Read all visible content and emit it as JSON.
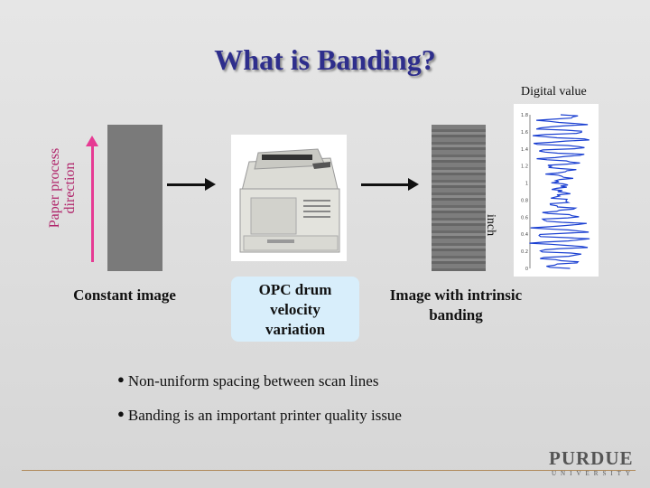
{
  "title": "What is Banding?",
  "digital_value_label": "Digital value",
  "paper_direction_label": "Paper process direction",
  "inch_label": "inch",
  "captions": {
    "constant_image": "Constant image",
    "opc": "OPC drum velocity variation",
    "banding_image": "Image with intrinsic banding"
  },
  "bullets": [
    "Non-uniform spacing between scan lines",
    "Banding is an important printer quality issue"
  ],
  "logo": {
    "name": "PURDUE",
    "sub": "UNIVERSITY"
  },
  "plot_axis_ticks": [
    "1.8",
    "1.6",
    "1.4",
    "1.2",
    "1",
    "0.8",
    "0.6",
    "0.4",
    "0.2",
    "0"
  ],
  "colors": {
    "title": "#2e2e8c",
    "arrow": "#e63a93",
    "plot_line": "#1a3fd1",
    "opc_box": "#d8eefb"
  }
}
